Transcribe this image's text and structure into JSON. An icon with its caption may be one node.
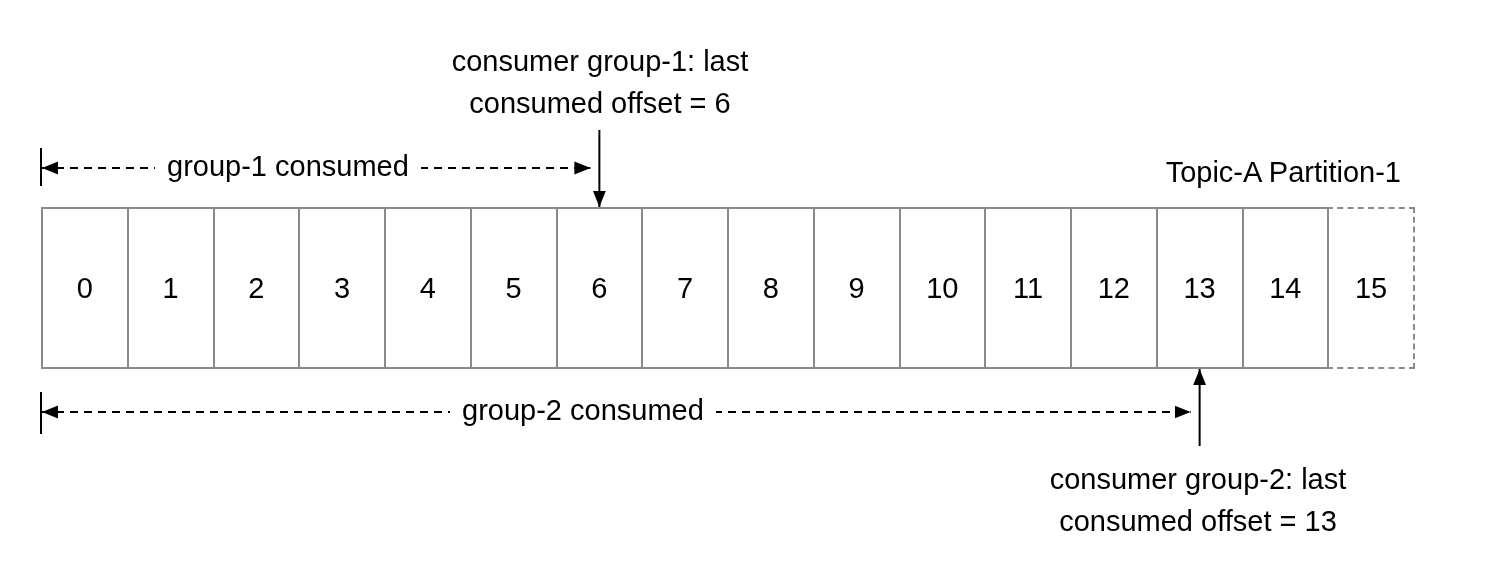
{
  "diagram": {
    "nodes": [
      {
        "text": [
          "consumer group-1: last consumed offset = 6"
        ]
      },
      {
        "text": [
          "Topic-A Partition-1"
        ]
      },
      {
        "text": [
          "0"
        ],
        "in": 1
      },
      {
        "text": [
          "1"
        ],
        "in": 1
      },
      {
        "text": [
          "2"
        ],
        "in": 1
      },
      {
        "text": [
          "3"
        ],
        "in": 1
      },
      {
        "text": [
          "4"
        ],
        "in": 1
      },
      {
        "text": [
          "5"
        ],
        "in": 1
      },
      {
        "text": [
          "6"
        ],
        "in": 1
      },
      {
        "text": [
          "7"
        ],
        "in": 1
      },
      {
        "text": [
          "8"
        ],
        "in": 1
      },
      {
        "text": [
          "9"
        ],
        "in": 1
      },
      {
        "text": [
          "10"
        ],
        "in": 1
      },
      {
        "text": [
          "11"
        ],
        "in": 1
      },
      {
        "text": [
          "12"
        ],
        "in": 1
      },
      {
        "text": [
          "13"
        ],
        "in": 1
      },
      {
        "text": [
          "14"
        ],
        "in": 1
      },
      {
        "text": [
          "15"
        ],
        "in": 1
      },
      {
        "text": [
          "consumer group-2: last consumed offset = 13"
        ]
      }
    ],
    "edges": [
      {
        "from": 0,
        "to": 8,
        "arrow": "to"
      },
      {
        "from": 18,
        "to": 15,
        "arrow": "to"
      }
    ],
    "labels": [
      "group-1 consumed",
      "group-2 consumed"
    ]
  }
}
